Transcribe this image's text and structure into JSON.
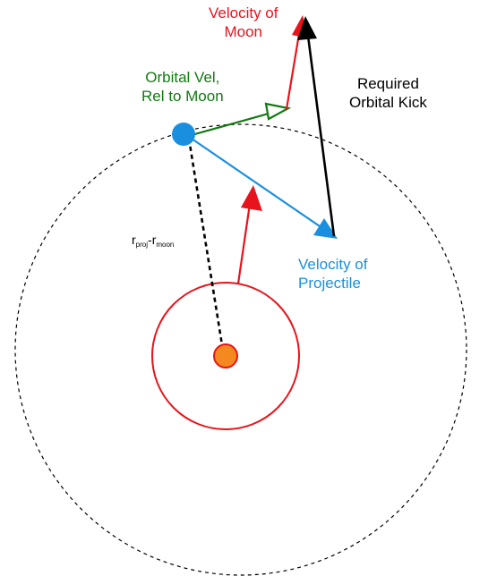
{
  "labels": {
    "velocity_moon": [
      "Velocity of",
      "Moon"
    ],
    "orbital_vel_rel": [
      "Orbital Vel,",
      "Rel to Moon"
    ],
    "required_kick": [
      "Required",
      "Orbital Kick"
    ],
    "velocity_projectile": [
      "Velocity of",
      "Projectile"
    ],
    "radius": {
      "r1": "r",
      "sub1": "proj",
      "sep": "-",
      "r2": "r",
      "sub2": "moon"
    }
  },
  "colors": {
    "moon_velocity": "#e8131b",
    "orbital_velocity": "#127a12",
    "projectile_velocity": "#1a8fe0",
    "required_kick": "#000000",
    "moon_fill": "#1a8fe0",
    "planet_fill": "#f5891f",
    "planet_stroke": "#e8131b"
  }
}
